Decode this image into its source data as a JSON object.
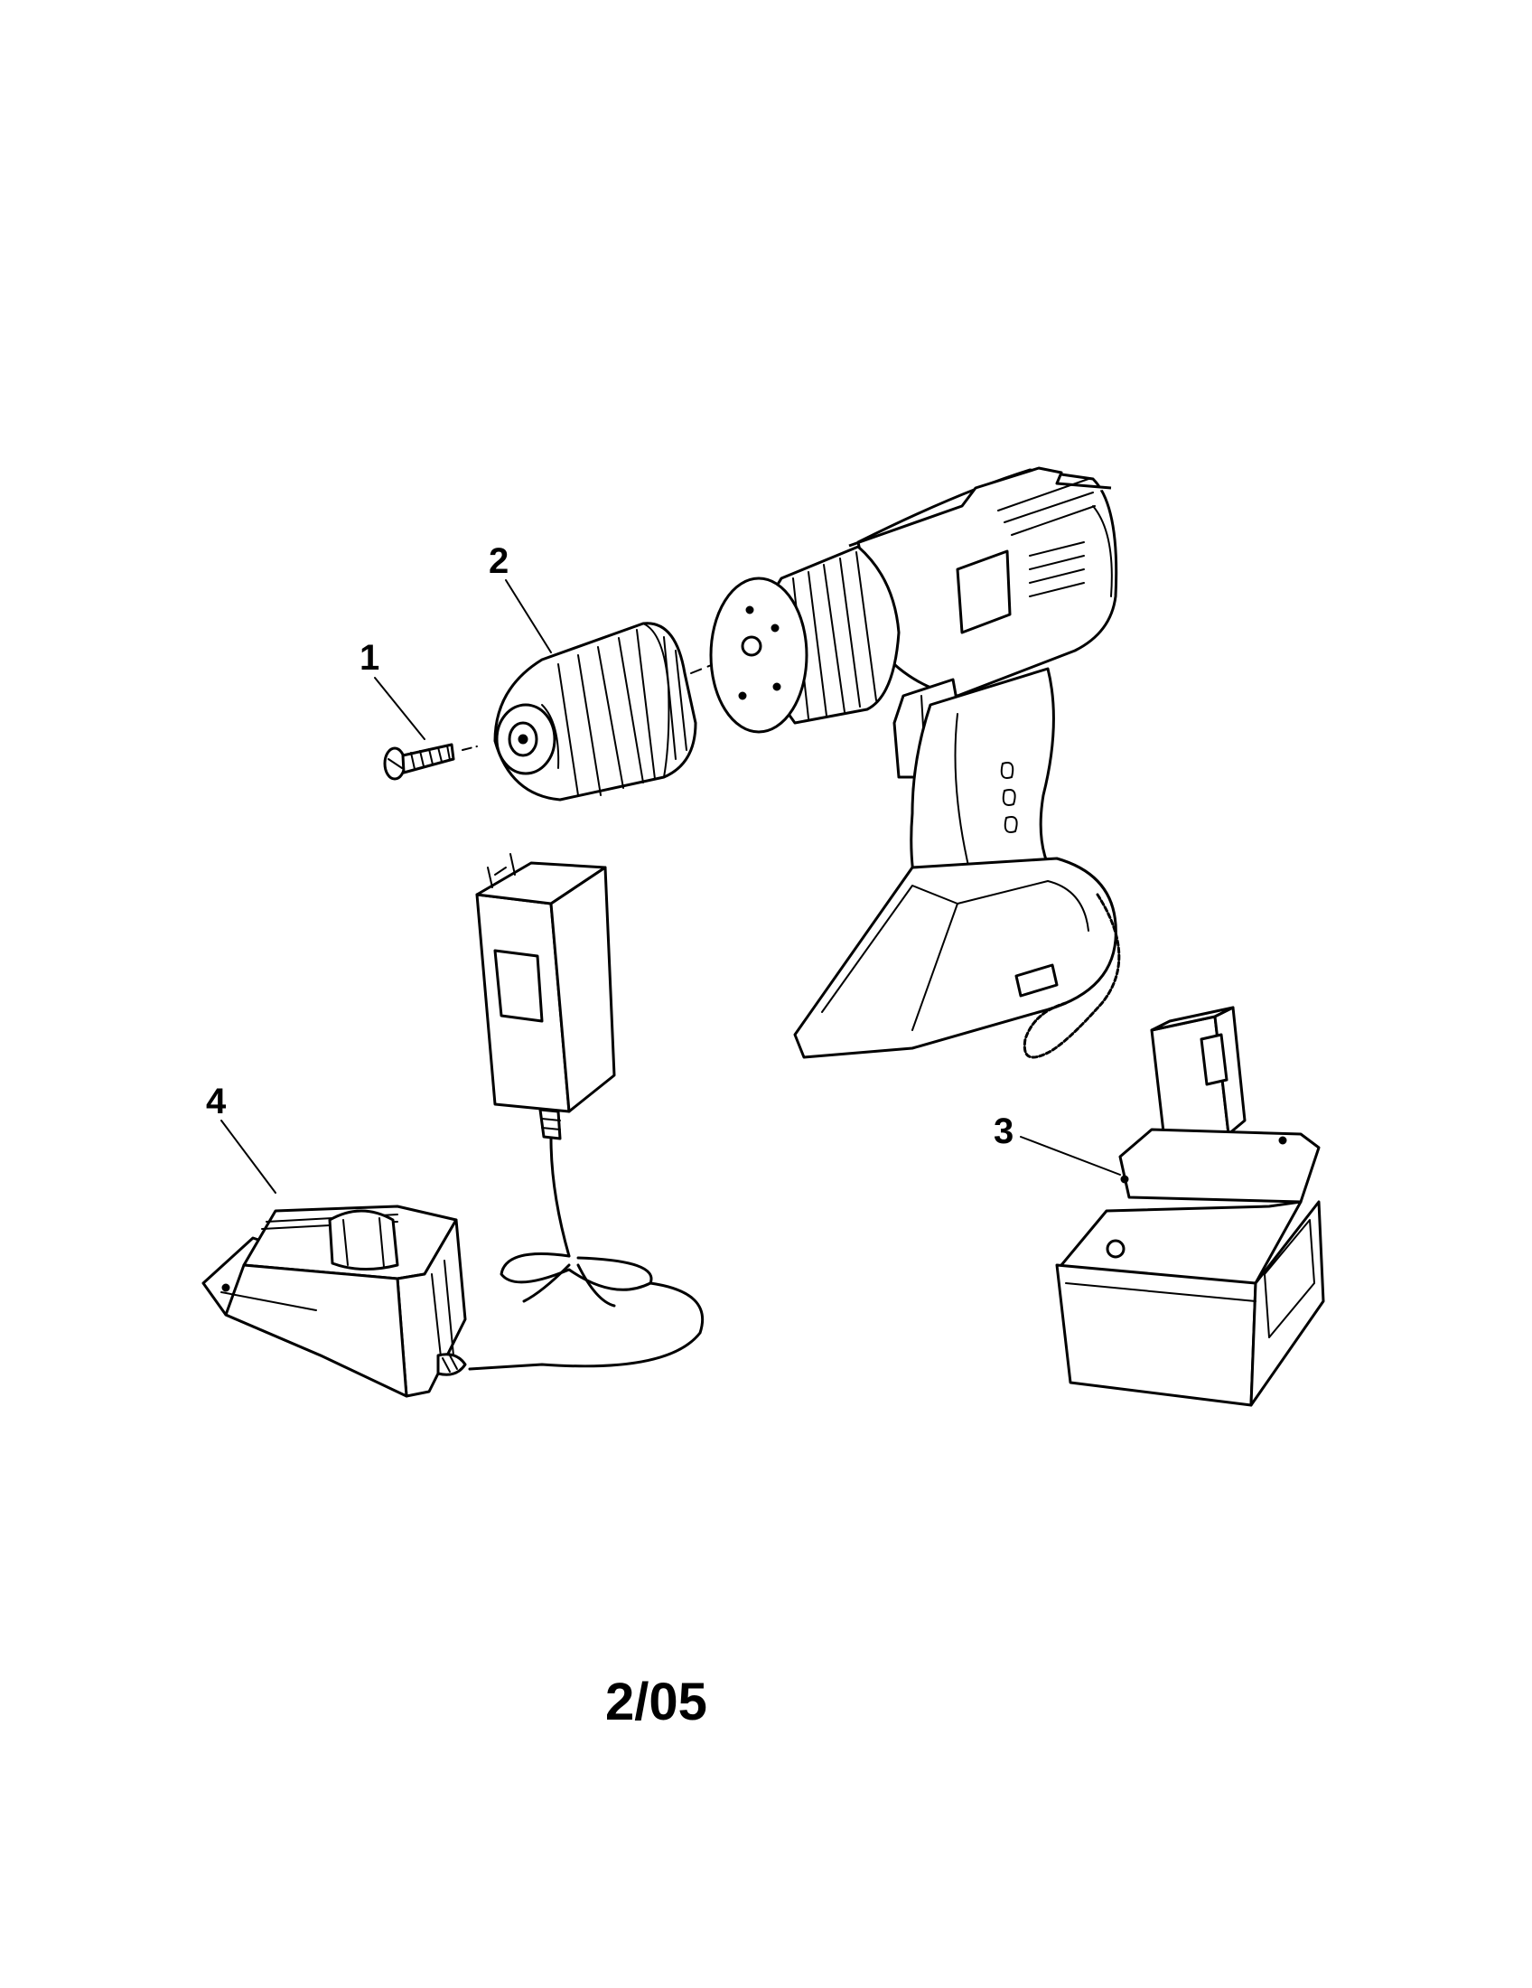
{
  "callouts": [
    {
      "id": "1",
      "part": "screw"
    },
    {
      "id": "2",
      "part": "chuck"
    },
    {
      "id": "3",
      "part": "battery-pack"
    },
    {
      "id": "4",
      "part": "charger-base"
    }
  ],
  "footer": {
    "date_code": "2/05"
  }
}
